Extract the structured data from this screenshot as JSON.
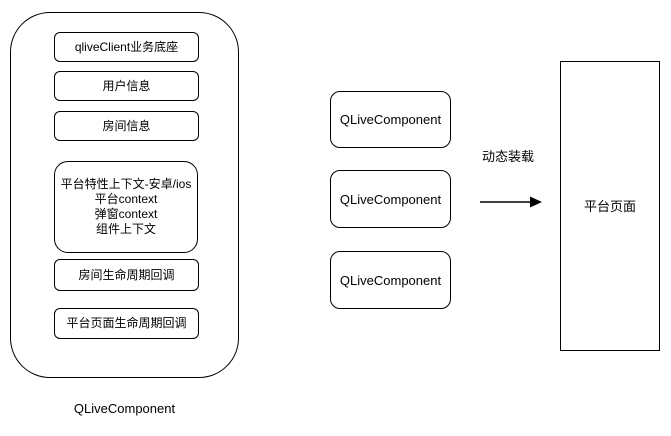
{
  "diagram": {
    "left_group": {
      "caption": "QLiveComponent",
      "boxes": [
        {
          "label": "qliveClient业务底座"
        },
        {
          "label": "用户信息"
        },
        {
          "label": "房间信息"
        },
        {
          "lines": [
            "平台特性上下文-安卓/ios",
            "平台context",
            "弹窗context",
            "组件上下文"
          ]
        },
        {
          "label": "房间生命周期回调"
        },
        {
          "label": "平台页面生命周期回调"
        }
      ]
    },
    "middle_components": [
      {
        "label": "QLiveComponent"
      },
      {
        "label": "QLiveComponent"
      },
      {
        "label": "QLiveComponent"
      }
    ],
    "arrow": {
      "label": "动态装载"
    },
    "right_box": {
      "label": "平台页面"
    }
  },
  "colors": {
    "stroke": "#000000",
    "fill": "#ffffff",
    "background": "#ffffff",
    "text": "#000000"
  }
}
